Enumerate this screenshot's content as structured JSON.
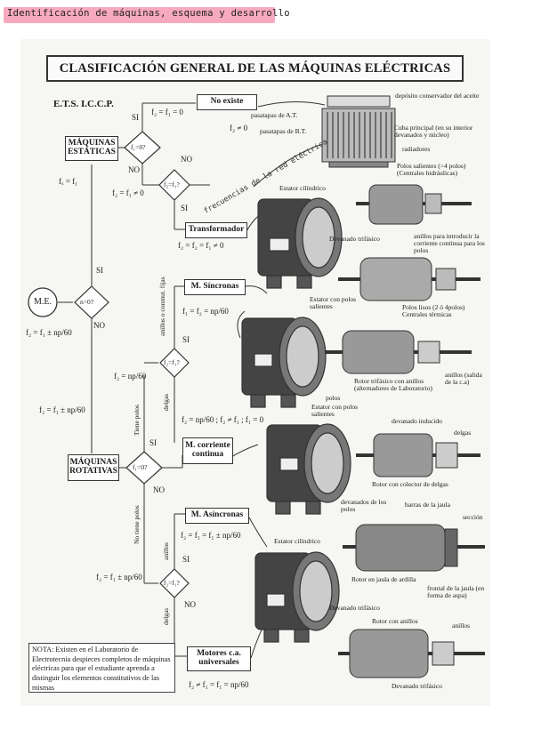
{
  "header": {
    "handwritten_title": "Identificación de máquinas, esquema y desarrollo"
  },
  "doc": {
    "title": "CLASIFICACIÓN GENERAL DE LAS MÁQUINAS ELÉCTRICAS",
    "school": "E.T.S. I.C.C.P."
  },
  "nodes": {
    "me": "M.E.",
    "estaticas": "MÁQUINAS ESTÁTICAS",
    "rotativas": "MÁQUINAS ROTATIVAS",
    "no_existe": "No existe",
    "transformador": "Transformador",
    "sincronas": "M. Síncronas",
    "corriente_continua": "M. corriente continua",
    "asincronas": "M. Asíncronas",
    "universales": "Motores c.a. universales"
  },
  "decisions": {
    "n0": "n=0?",
    "f1f0_top": "f₁=0?",
    "f2f1": "f₂=f₁?",
    "f2f1_mid": "f₂=f₁?",
    "f1f0_mid": "f₁=0?",
    "f2f1_low": "f₂=f₁?"
  },
  "branch": {
    "si": "SI",
    "no": "NO"
  },
  "formulas": {
    "f2_f1_0": "f₂ = f₁ = 0",
    "f2_ne0": "f₂ ≠ 0",
    "f2_eq_f1_ne0": "f₂ = f₁ ≠ 0",
    "fa_f1": "fₓ = f₁",
    "f2_f1_ne0_box": "f₂ = f₂ = f₁ ≠ 0",
    "me_formula": "f₂ = f₁ ± np/60",
    "rot_formula": "f₂ = f₁ ± np/60",
    "sync": "f₁ = f₂ = np/60",
    "sync_mid": "f₂ = np/60",
    "dc": "f₂ = np/60 ; f₂ ≠ f₁ ; f₁ = 0",
    "async": "f₂ = f₁ = f₁ ± np/60",
    "async_left": "f₂ = f₁ ± np/60",
    "universal": "f₂ ≠ f₁ = f₁ = np/60"
  },
  "side_labels": {
    "anillos_conm": "anillos o conmut. fijas",
    "tiene_polos": "Tiene polos",
    "no_tiene_polos": "No tiene polos",
    "delgas": "delgas",
    "anillos": "anillos",
    "delgas_low": "delgas"
  },
  "annotations": [
    "depósito conservador del aceite",
    "pasatapas de A.T.",
    "pasatapas de B.T.",
    "Cuba principal (en su interior devanados y núcleo)",
    "radiadores",
    "Polos salientes (>4 polos) (Centrales hidráulicas)",
    "Estator cilíndrico",
    "Devanado trifásico",
    "anillos para introducir la corriente continua para los polos",
    "Estator con polos salientes",
    "Polos lisos (2 ó 4polos) Centrales térmicas",
    "Rotor trifásico con anillos (alternadores de Laboratorio)",
    "anillos (salida de la c.a)",
    "polos",
    "Estator con polos salientes",
    "devanado inducido",
    "delgas",
    "Rotor con colector de delgas",
    "devanados de los polos",
    "barras de la jaula",
    "sección",
    "Estator cilíndrico",
    "Rotor en jaula de ardilla",
    "frontal de la jaula (en forma de aspa)",
    "Devanado trifásico",
    "Rotor con anillos",
    "anillos",
    "Devanado trifásico"
  ],
  "handwritten_note": "frecuencias de la red eléctrica",
  "note": "NOTA: Existen en el Laboratorio de Electrotecnia despieces completos de máquinas eléctricas para que el estudiante aprenda a distinguir los elementos constitutivos de las mismas"
}
